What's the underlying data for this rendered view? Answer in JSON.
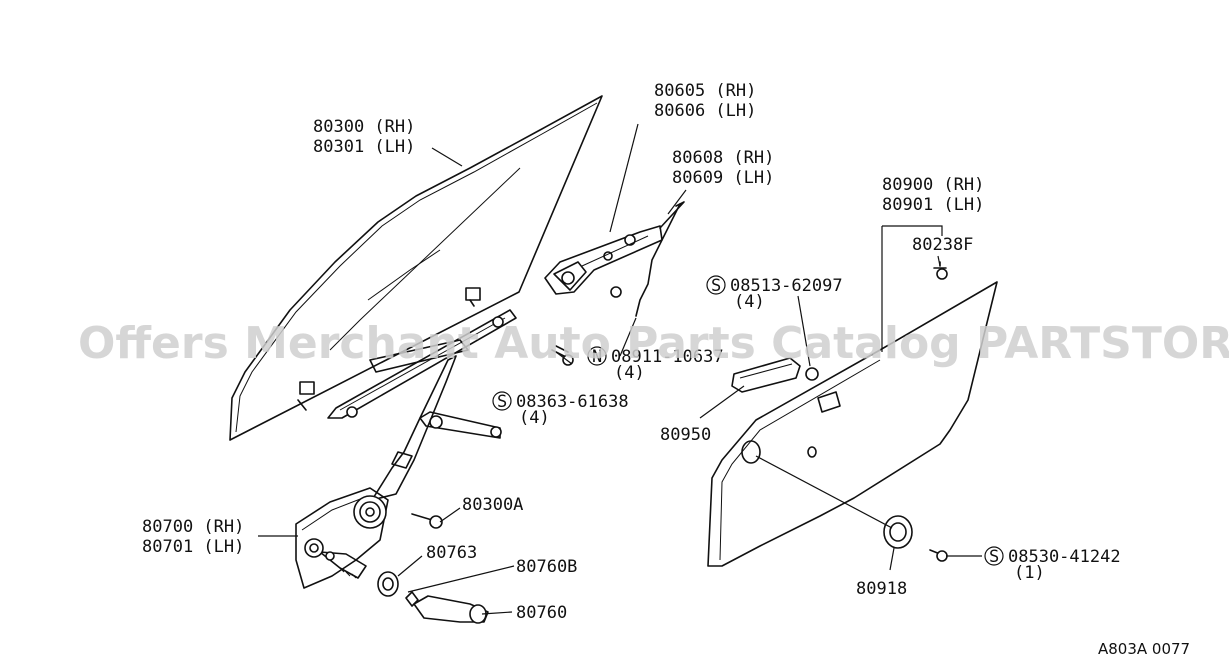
{
  "watermark": "Offers Merchant Auto Parts Catalog PARTSTORE.SA",
  "diagram_code": "A803A 0077",
  "labels": {
    "glass_rh": "80300 (RH)",
    "glass_lh": "80301 (LH)",
    "bracket_rh": "80605 (RH)",
    "bracket_lh": "80606 (LH)",
    "rod_rh": "80608 (RH)",
    "rod_lh": "80609 (LH)",
    "trim_rh": "80900 (RH)",
    "trim_lh": "80901 (LH)",
    "clip": "80238F",
    "screw_s1": "08513-62097",
    "screw_s1_qty": "(4)",
    "nut_n": "08911-10637",
    "nut_n_qty": "(4)",
    "screw_s2": "08363-61638",
    "screw_s2_qty": "(4)",
    "pull_handle": "80950",
    "regulator_rh": "80700 (RH)",
    "regulator_lh": "80701 (LH)",
    "bolt": "80300A",
    "washer": "80763",
    "spacer": "80760B",
    "crank_handle": "80760",
    "escutcheon": "80918",
    "screw_s3": "08530-41242",
    "screw_s3_qty": "(1)",
    "s_symbol": "S",
    "n_symbol": "N"
  }
}
